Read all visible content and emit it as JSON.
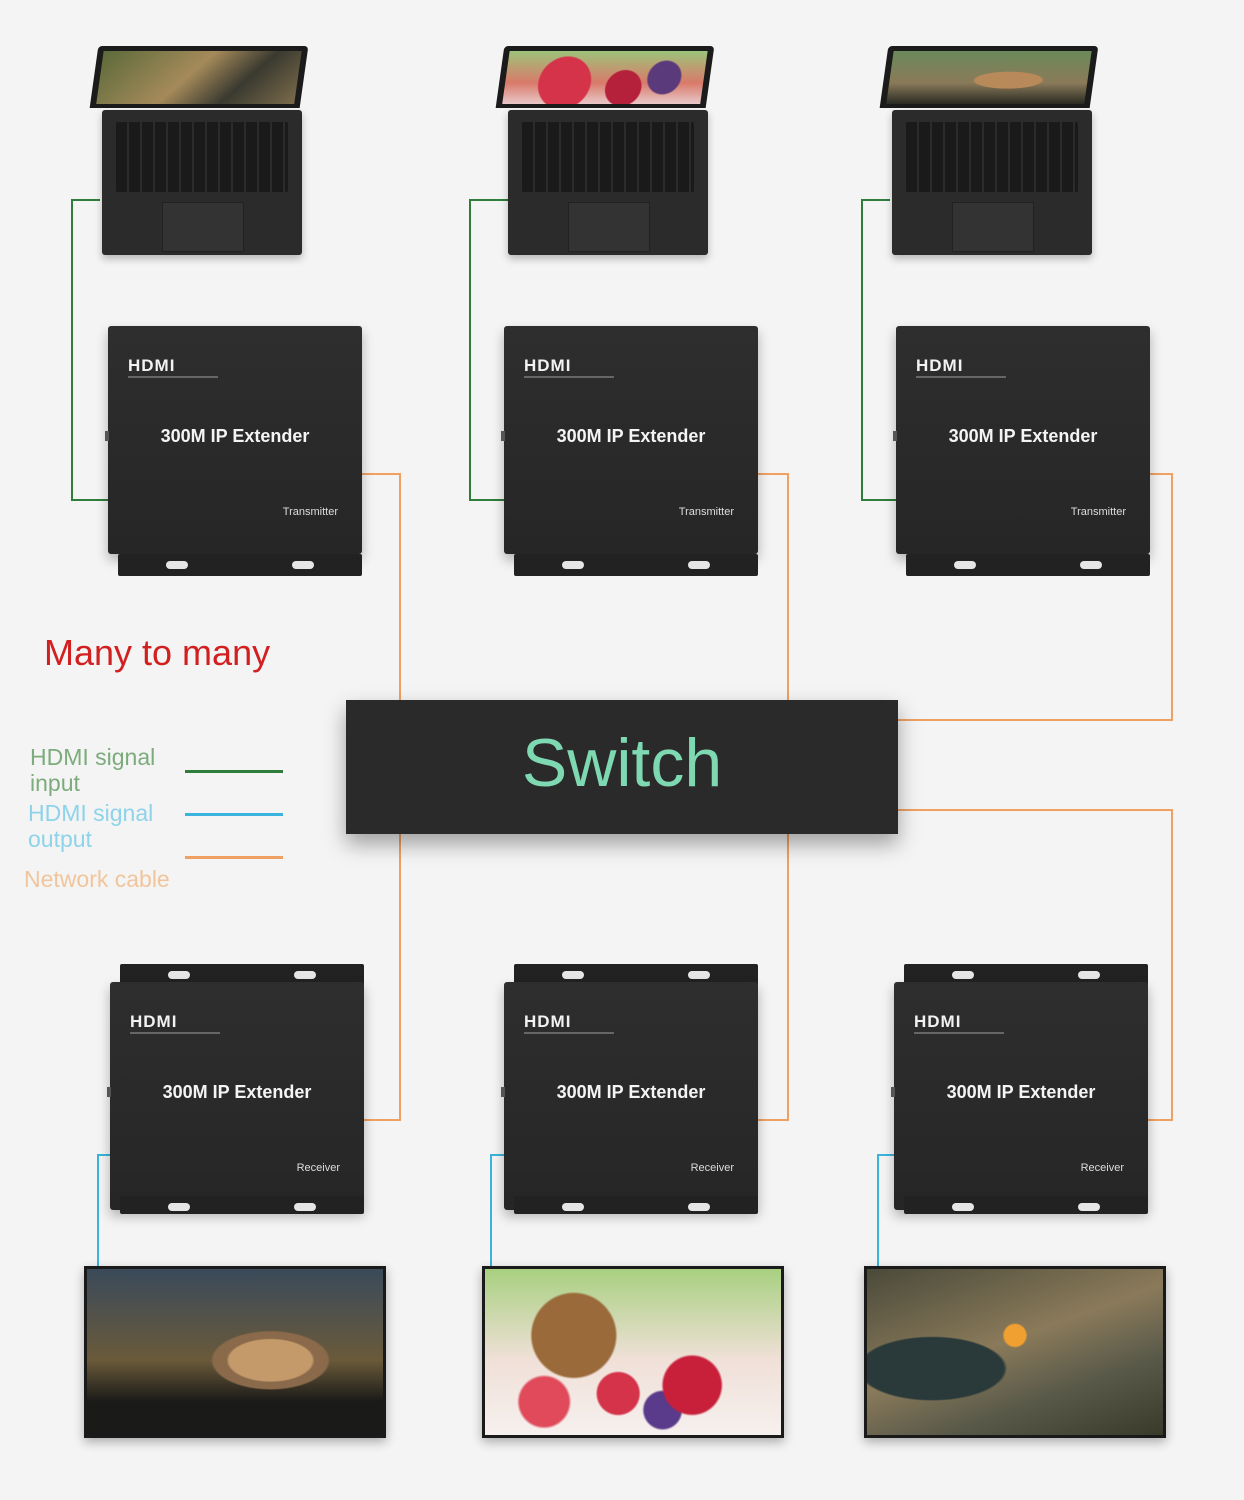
{
  "heading": "Many to many",
  "legend": {
    "hdmi_input": "HDMI signal input",
    "hdmi_output": "HDMI signal output",
    "network": "Network cable",
    "colors": {
      "input": "#2f7d3a",
      "output": "#3ab4dc",
      "network": "#f0a060"
    }
  },
  "switch": {
    "label": "Switch"
  },
  "transmitters": [
    {
      "logo": "HDMI",
      "title": "300M IP Extender",
      "role": "Transmitter"
    },
    {
      "logo": "HDMI",
      "title": "300M IP Extender",
      "role": "Transmitter"
    },
    {
      "logo": "HDMI",
      "title": "300M IP Extender",
      "role": "Transmitter"
    }
  ],
  "receivers": [
    {
      "logo": "HDMI",
      "title": "300M IP Extender",
      "role": "Receiver"
    },
    {
      "logo": "HDMI",
      "title": "300M IP Extender",
      "role": "Receiver"
    },
    {
      "logo": "HDMI",
      "title": "300M IP Extender",
      "role": "Receiver"
    }
  ],
  "sources": [
    {
      "kind": "laptop",
      "screen": "shooter-game"
    },
    {
      "kind": "laptop",
      "screen": "berries-basket"
    },
    {
      "kind": "laptop",
      "screen": "chipmunk"
    }
  ],
  "displays": [
    {
      "kind": "tv",
      "screen": "chipmunk"
    },
    {
      "kind": "tv",
      "screen": "berries-basket"
    },
    {
      "kind": "tv",
      "screen": "shooter-game"
    }
  ]
}
